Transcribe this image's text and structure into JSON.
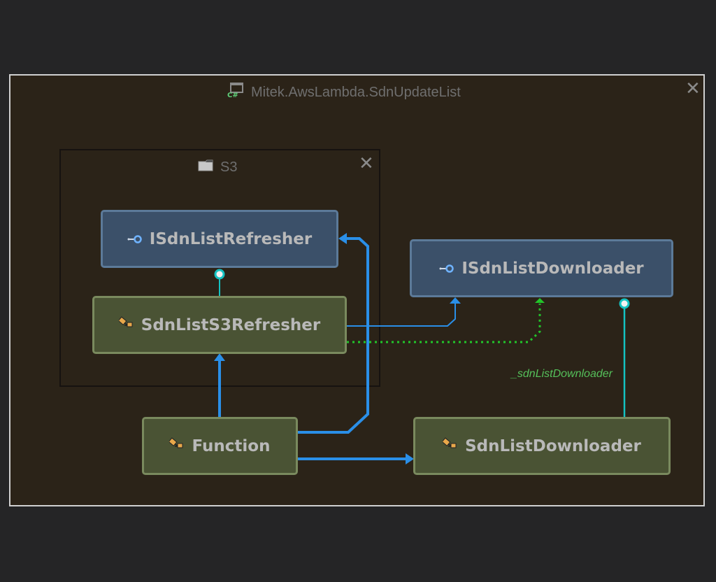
{
  "outer_group": {
    "title": "Mitek.AwsLambda.SdnUpdateList",
    "icon": "csharp-project-icon",
    "close_label": "✕"
  },
  "inner_group": {
    "title": "S3",
    "icon": "folder-icon",
    "close_label": "✕"
  },
  "nodes": {
    "isdn_list_refresher": {
      "label": "ISdnListRefresher",
      "kind": "interface",
      "icon": "interface-icon"
    },
    "isdn_list_downloader": {
      "label": "ISdnListDownloader",
      "kind": "interface",
      "icon": "interface-icon"
    },
    "sdn_list_s3_refresher": {
      "label": "SdnListS3Refresher",
      "kind": "class",
      "icon": "class-icon"
    },
    "function": {
      "label": "Function",
      "kind": "class",
      "icon": "class-icon"
    },
    "sdn_list_downloader": {
      "label": "SdnListDownloader",
      "kind": "class",
      "icon": "class-icon"
    }
  },
  "edges": [
    {
      "from": "SdnListS3Refresher",
      "to": "ISdnListRefresher",
      "type": "implements",
      "color": "#14c2c2"
    },
    {
      "from": "SdnListDownloader",
      "to": "ISdnListDownloader",
      "type": "implements",
      "color": "#14c2c2",
      "label": "_sdnListDownloader"
    },
    {
      "from": "Function",
      "to": "SdnListS3Refresher",
      "type": "references",
      "color": "#2a8fe8"
    },
    {
      "from": "Function",
      "to": "ISdnListRefresher",
      "type": "references",
      "color": "#2a8fe8"
    },
    {
      "from": "Function",
      "to": "SdnListDownloader",
      "type": "references",
      "color": "#2a8fe8"
    },
    {
      "from": "SdnListS3Refresher",
      "to": "ISdnListDownloader",
      "type": "references",
      "color": "#2a8fe8"
    },
    {
      "from": "SdnListS3Refresher",
      "to": "ISdnListDownloader",
      "type": "field",
      "color": "#22c52a"
    }
  ],
  "edge_labels": {
    "sdn_list_downloader_field": "_sdnListDownloader"
  },
  "colors": {
    "interface_fill": "#3b5069",
    "class_fill": "#4a5334",
    "reference": "#2a8fe8",
    "implements": "#14c2c2",
    "field": "#22c52a",
    "class_icon": "#e8a84a"
  }
}
